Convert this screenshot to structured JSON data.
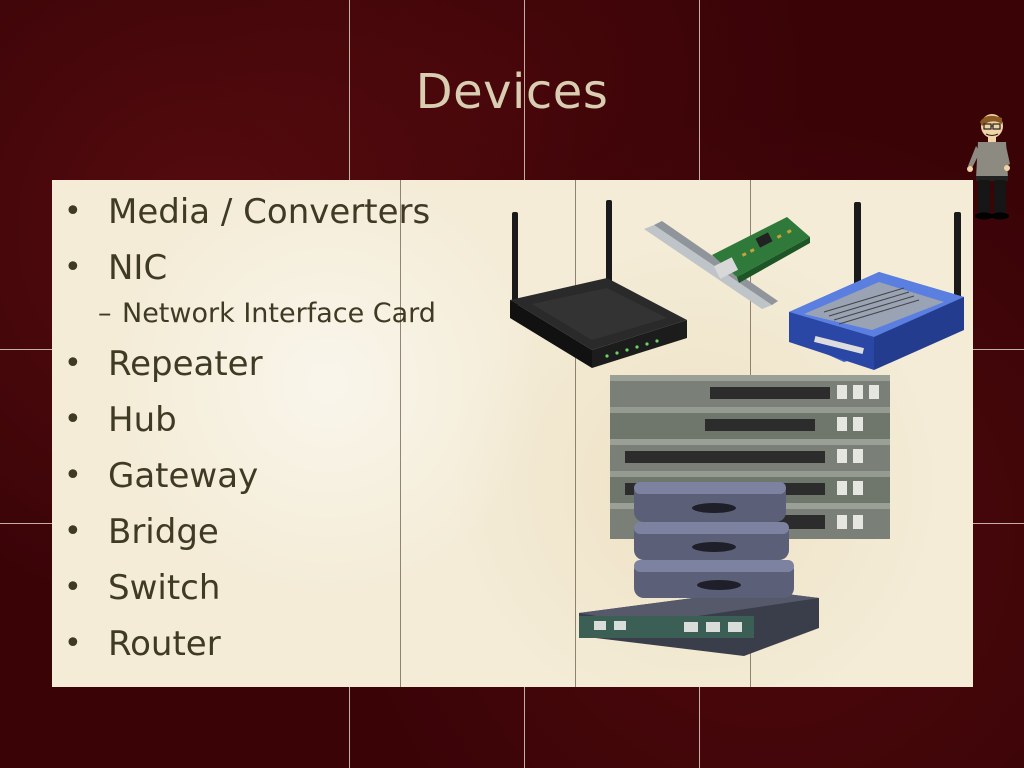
{
  "slide": {
    "title": "Devices",
    "bullets": [
      {
        "marker": "•",
        "text": "Media / Converters"
      },
      {
        "marker": "•",
        "text": "NIC"
      },
      {
        "marker": "–",
        "text": "Network Interface Card",
        "level": 2
      },
      {
        "marker": "•",
        "text": "Repeater"
      },
      {
        "marker": "•",
        "text": "Hub"
      },
      {
        "marker": "•",
        "text": "Gateway"
      },
      {
        "marker": "•",
        "text": "Bridge"
      },
      {
        "marker": "•",
        "text": "Switch"
      },
      {
        "marker": "•",
        "text": "Router"
      }
    ],
    "images": [
      {
        "name": "wireless-router-black-icon"
      },
      {
        "name": "network-interface-card-icon"
      },
      {
        "name": "wireless-router-blue-icon"
      },
      {
        "name": "switch-stack-icon"
      },
      {
        "name": "router-stack-icon"
      },
      {
        "name": "cartoon-presenter-icon"
      }
    ]
  },
  "colors": {
    "background": "#3a0407",
    "panel": "#f4ecd7",
    "title": "#d9ceb2",
    "text": "#3f3a24"
  }
}
